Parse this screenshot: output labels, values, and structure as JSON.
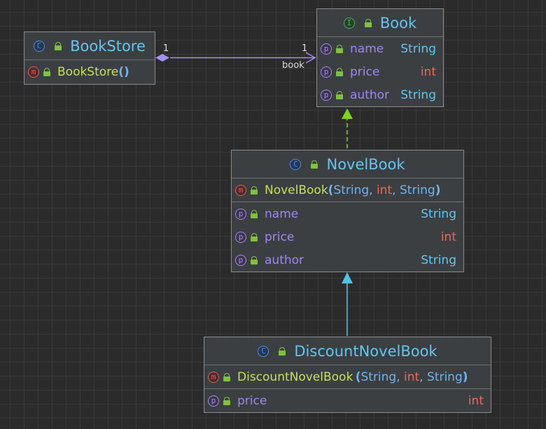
{
  "diagram": {
    "classes": [
      {
        "id": "BookStore",
        "name": "BookStore",
        "kind": "class",
        "kind_icon": "class-icon",
        "methods": [
          {
            "name": "BookStore",
            "params": []
          }
        ],
        "properties": []
      },
      {
        "id": "Book",
        "name": "Book",
        "kind": "interface",
        "kind_icon": "interface-icon",
        "methods": [],
        "properties": [
          {
            "name": "name",
            "type": "String"
          },
          {
            "name": "price",
            "type": "int"
          },
          {
            "name": "author",
            "type": "String"
          }
        ]
      },
      {
        "id": "NovelBook",
        "name": "NovelBook",
        "kind": "class",
        "kind_icon": "class-icon",
        "methods": [
          {
            "name": "NovelBook",
            "params": [
              "String",
              "int",
              "String"
            ]
          }
        ],
        "properties": [
          {
            "name": "name",
            "type": "String"
          },
          {
            "name": "price",
            "type": "int"
          },
          {
            "name": "author",
            "type": "String"
          }
        ]
      },
      {
        "id": "DiscountNovelBook",
        "name": "DiscountNovelBook",
        "kind": "class",
        "kind_icon": "class-icon",
        "methods": [
          {
            "name": "DiscountNovelBook",
            "params": [
              "String",
              "int",
              "String"
            ]
          }
        ],
        "properties": [
          {
            "name": "price",
            "type": "int"
          }
        ]
      }
    ],
    "relations": [
      {
        "type": "composition",
        "from": "BookStore",
        "to": "Book",
        "source_multiplicity": "1",
        "target_multiplicity": "1",
        "target_role": "book"
      },
      {
        "type": "realization",
        "from": "NovelBook",
        "to": "Book"
      },
      {
        "type": "generalization",
        "from": "DiscountNovelBook",
        "to": "NovelBook"
      }
    ],
    "icons": {
      "class": "C",
      "interface": "I",
      "method": "m",
      "property": "p"
    },
    "colors": {
      "background": "#2b2b2b",
      "class_name": "#61c6f2",
      "method": "#c6e05c",
      "property": "#9a8af0",
      "type_string": "#61c6f2",
      "type_int": "#e96a5b",
      "composition_edge": "#a58ff0",
      "realization_edge": "#7ed321",
      "generalization_edge": "#4fc3e8"
    }
  }
}
